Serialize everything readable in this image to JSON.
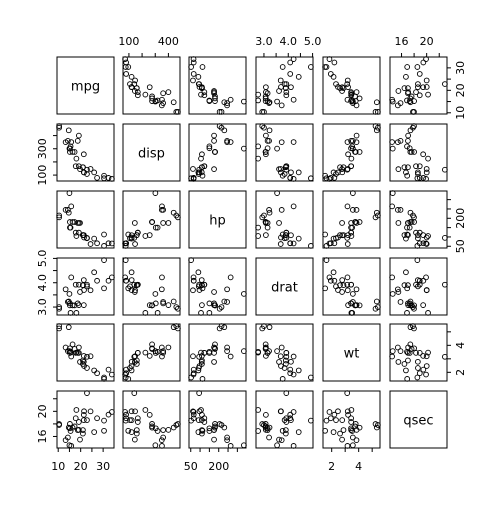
{
  "chart_data": {
    "type": "scatter",
    "subtype": "scatterplot-matrix",
    "variables": [
      "mpg",
      "disp",
      "hp",
      "drat",
      "wt",
      "qsec"
    ],
    "ranges": {
      "mpg": [
        10.4,
        33.9
      ],
      "disp": [
        71.1,
        472
      ],
      "hp": [
        52,
        335
      ],
      "drat": [
        2.76,
        4.93
      ],
      "wt": [
        1.513,
        5.424
      ],
      "qsec": [
        14.5,
        22.9
      ]
    },
    "ticks": {
      "mpg": [
        10,
        15,
        20,
        25,
        30
      ],
      "disp": [
        100,
        200,
        300,
        400
      ],
      "hp": [
        50,
        100,
        150,
        200,
        250,
        300
      ],
      "drat": [
        3.0,
        3.5,
        4.0,
        4.5,
        5.0
      ],
      "wt": [
        2,
        3,
        4,
        5
      ],
      "qsec": [
        16,
        18,
        20,
        22
      ]
    },
    "tick_labels": {
      "mpg": [
        "10",
        "20",
        "30"
      ],
      "disp": [
        "100",
        "400",
        "100",
        "300"
      ],
      "hp": [
        "50",
        "200",
        "200"
      ],
      "drat": [
        "3.0",
        "4.0",
        "5.0",
        "3.0",
        "4.0",
        "5.0"
      ],
      "wt": [
        "2",
        "4",
        "2",
        "4"
      ],
      "qsec": [
        "16",
        "20",
        "16",
        "20"
      ]
    },
    "axes": {
      "top": [
        {
          "var": "disp",
          "labels": [
            "100",
            "400"
          ],
          "values": [
            100,
            400
          ],
          "minor": [
            200,
            300
          ]
        },
        {
          "var": "drat",
          "labels": [
            "3.0",
            "4.0",
            "5.0"
          ],
          "values": [
            3.0,
            4.0,
            5.0
          ],
          "minor": [
            3.5,
            4.5
          ]
        },
        {
          "var": "qsec",
          "labels": [
            "16",
            "20"
          ],
          "values": [
            16,
            20
          ],
          "minor": [
            18,
            22
          ]
        }
      ],
      "bottom": [
        {
          "var": "mpg",
          "labels": [
            "10",
            "20",
            "30"
          ],
          "values": [
            10,
            20,
            30
          ],
          "minor": [
            15,
            25
          ]
        },
        {
          "var": "hp",
          "labels": [
            "50",
            "200"
          ],
          "values": [
            50,
            200
          ],
          "minor": [
            100,
            150,
            250,
            300
          ]
        },
        {
          "var": "wt",
          "labels": [
            "2",
            "4"
          ],
          "values": [
            2,
            4
          ],
          "minor": [
            3,
            5
          ]
        }
      ],
      "left": [
        {
          "var": "disp",
          "labels": [
            "100",
            "300"
          ],
          "values": [
            100,
            300
          ],
          "minor": [
            200,
            400
          ]
        },
        {
          "var": "drat",
          "labels": [
            "3.0",
            "4.0",
            "5.0"
          ],
          "values": [
            3.0,
            4.0,
            5.0
          ],
          "minor": [
            3.5,
            4.5
          ]
        },
        {
          "var": "qsec",
          "labels": [
            "16",
            "20"
          ],
          "values": [
            16,
            20
          ],
          "minor": [
            18,
            22
          ]
        }
      ],
      "right": [
        {
          "var": "mpg",
          "labels": [
            "10",
            "20",
            "30"
          ],
          "values": [
            10,
            20,
            30
          ],
          "minor": [
            15,
            25
          ]
        },
        {
          "var": "hp",
          "labels": [
            "50",
            "200"
          ],
          "values": [
            50,
            200
          ],
          "minor": [
            100,
            150,
            250,
            300
          ]
        },
        {
          "var": "wt",
          "labels": [
            "2",
            "4"
          ],
          "values": [
            2,
            4
          ],
          "minor": [
            3,
            5
          ]
        }
      ]
    },
    "data": {
      "mpg": [
        21,
        21,
        22.8,
        21.4,
        18.7,
        18.1,
        14.3,
        24.4,
        22.8,
        19.2,
        17.8,
        16.4,
        17.3,
        15.2,
        10.4,
        10.4,
        14.7,
        32.4,
        30.4,
        33.9,
        21.5,
        15.5,
        15.2,
        13.3,
        19.2,
        27.3,
        26,
        30.4,
        15.8,
        19.7,
        15,
        21.4
      ],
      "disp": [
        160,
        160,
        108,
        258,
        360,
        225,
        360,
        146.7,
        140.8,
        167.6,
        167.6,
        275.8,
        275.8,
        275.8,
        472,
        460,
        440,
        78.7,
        75.7,
        71.1,
        120.1,
        318,
        304,
        350,
        400,
        79,
        120.3,
        95.1,
        351,
        145,
        301,
        121
      ],
      "hp": [
        110,
        110,
        93,
        110,
        175,
        105,
        245,
        62,
        95,
        123,
        123,
        180,
        180,
        180,
        205,
        215,
        230,
        66,
        52,
        65,
        97,
        150,
        150,
        245,
        175,
        66,
        91,
        113,
        264,
        175,
        335,
        109
      ],
      "drat": [
        3.9,
        3.9,
        3.85,
        3.08,
        3.15,
        2.76,
        3.21,
        3.69,
        3.92,
        3.92,
        3.92,
        3.07,
        3.07,
        3.07,
        2.93,
        3,
        3.23,
        4.08,
        4.93,
        4.22,
        3.7,
        2.76,
        3.15,
        3.73,
        3.08,
        4.08,
        4.43,
        3.77,
        4.22,
        3.62,
        3.54,
        4.11
      ],
      "wt": [
        2.62,
        2.875,
        2.32,
        3.215,
        3.44,
        3.46,
        3.57,
        3.19,
        3.15,
        3.44,
        3.44,
        4.07,
        3.73,
        3.78,
        5.25,
        5.424,
        5.345,
        2.2,
        1.615,
        1.835,
        2.465,
        3.52,
        3.435,
        3.84,
        3.845,
        1.935,
        2.14,
        1.513,
        3.17,
        2.77,
        3.57,
        2.78
      ],
      "qsec": [
        16.46,
        17.02,
        18.61,
        19.44,
        17.02,
        20.22,
        15.84,
        20,
        22.9,
        18.3,
        18.9,
        17.4,
        17.6,
        18,
        17.98,
        17.82,
        17.42,
        19.47,
        18.52,
        19.9,
        20.01,
        16.87,
        17.3,
        15.41,
        17.05,
        18.9,
        16.7,
        16.9,
        14.5,
        15.5,
        14.6,
        18.6
      ]
    }
  }
}
